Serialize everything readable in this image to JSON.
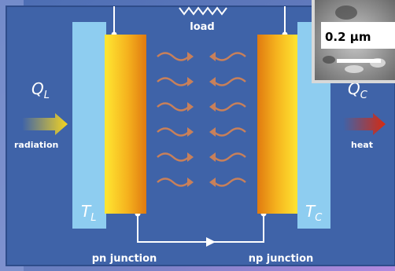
{
  "labels": {
    "load": "load",
    "q_l": "Q",
    "q_l_sub": "L",
    "q_c": "Q",
    "q_c_sub": "C",
    "radiation": "radiation",
    "heat": "heat",
    "t_l": "T",
    "t_l_sub": "L",
    "t_c": "T",
    "t_c_sub": "C",
    "pn_junction": "pn junction",
    "np_junction": "np junction"
  },
  "inset": {
    "scale_label": "0.2 µm"
  },
  "colors": {
    "panel": "#3f63a8",
    "plate": "#8ecdf0",
    "junction_dark": "#e07a10",
    "junction_light": "#ffe832",
    "wave": "#c8805a",
    "radiation_arrow": "#f0d020",
    "heat_arrow": "#d02a10"
  }
}
